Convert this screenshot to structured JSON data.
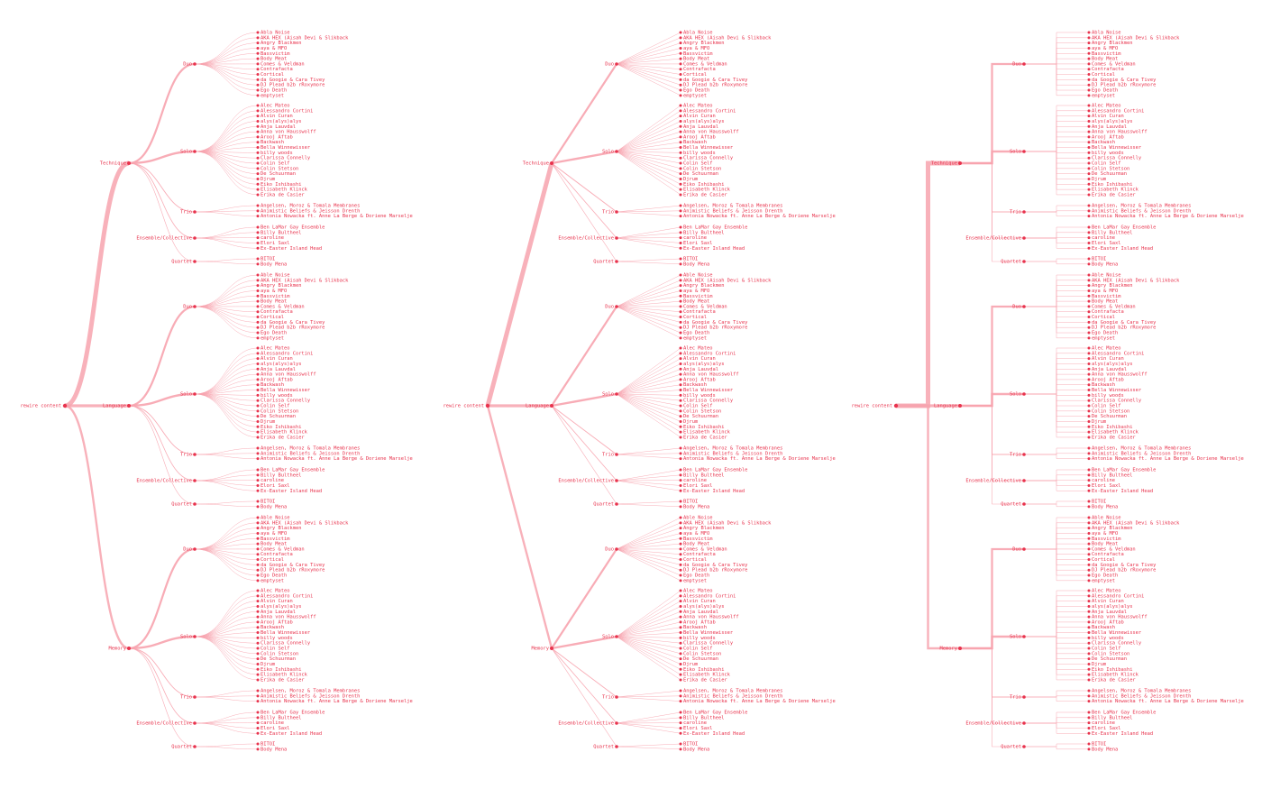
{
  "accent": "#e8334d",
  "link_color": "#f7a3ae",
  "root": "rewire content",
  "branches": [
    {
      "label": "Technique",
      "groups": [
        {
          "label": "Duo",
          "items": [
            "Abla Noise",
            "AKA HEX (Aisah Devi & Slikback",
            "Angry Blackmen",
            "aya & MFO",
            "Bassvictim",
            "Body Meat",
            "Comes & Veldman",
            "Contrafacta",
            "Cortical",
            "da Googie & Cara Tivey",
            "DJ Plead b2b rRoxymore",
            "Ego Death",
            "emptyset"
          ]
        },
        {
          "label": "Solo",
          "items": [
            "Alec Mateo",
            "Alessandro Cortini",
            "Alvin Curan",
            "alys(alys)alys",
            "Anja Lauvdal",
            "Anna von Hausswolff",
            "Arooj Aftab",
            "Backwash",
            "Bella Winnewisser",
            "billy woods",
            "Clarissa Connelly",
            "Colin Self",
            "Colin Stetson",
            "De Schuurman",
            "Djrum",
            "Eiko Ishibashi",
            "Elisabeth Klinck",
            "Erika de Casier"
          ]
        },
        {
          "label": "Trio",
          "items": [
            "Angelsen, Moroz & Tomala Membranes",
            "Animistic Beliefs & Jeisson Drenth",
            "Antonia Nowacka ft. Anne La Berge & Doriene Marselje"
          ]
        },
        {
          "label": "Ensemble/Collective",
          "items": [
            "Ben LaMar Gay Ensemble",
            "Billy Bultheel",
            "caroline",
            "Elori Saxl",
            "Ex-Easter Island Head"
          ]
        },
        {
          "label": "Quartet",
          "items": [
            "BITOI",
            "Body Mena"
          ]
        }
      ]
    },
    {
      "label": "Language",
      "groups": [
        {
          "label": "Duo",
          "items": [
            "Able Noise",
            "AKA HEX (Aisah Devi & Slikback",
            "Angry Blackmen",
            "aya & MFO",
            "Bassvictim",
            "Body Meat",
            "Comes & Veldman",
            "Contrafacta",
            "Cortical",
            "da Googie & Cara Tivey",
            "DJ Plead b2b rRoxymore",
            "Ego Death",
            "emptyset"
          ]
        },
        {
          "label": "Solo",
          "items": [
            "Alec Mateo",
            "Alessandro Cortini",
            "Alvin Curan",
            "alys(alys)alys",
            "Anja Lauvdal",
            "Anna von Hausswolff",
            "Arooj Aftab",
            "Backwash",
            "Bella Winnewisser",
            "billy woods",
            "Clarissa Connelly",
            "Colin Self",
            "Colin Stetson",
            "De Schuurman",
            "Djrum",
            "Eiko Ishibashi",
            "Elisabeth Klinck",
            "Erika de Casier"
          ]
        },
        {
          "label": "Trio",
          "items": [
            "Angelsen, Moroz & Tomala Membranes",
            "Animistic Beliefs & Jeisson Drenth",
            "Antonia Nowacka ft. Anne La Berge & Doriene Marselje"
          ]
        },
        {
          "label": "Ensemble/Collective",
          "items": [
            "Ben LaMar Gay Ensemble",
            "Billy Bultheel",
            "caroline",
            "Elori Saxl",
            "Ex-Easter Island Head"
          ]
        },
        {
          "label": "Quartet",
          "items": [
            "BITOI",
            "Body Mena"
          ]
        }
      ]
    },
    {
      "label": "Memory",
      "groups": [
        {
          "label": "Duo",
          "items": [
            "Able Noise",
            "AKA HEX (Aisah Devi & Slikback",
            "Angry Blackmen",
            "aya & MFO",
            "Bassvictim",
            "Body Meat",
            "Comes & Veldman",
            "Contrafacta",
            "Cortical",
            "da Googie & Cara Tivey",
            "DJ Plead b2b rRoxymore",
            "Ego Death",
            "emptyset"
          ]
        },
        {
          "label": "Solo",
          "items": [
            "Alec Mateo",
            "Alessandro Cortini",
            "Alvin Curan",
            "alys(alys)alys",
            "Anja Lauvdal",
            "Anna von Hausswolff",
            "Arooj Aftab",
            "Backwash",
            "Bella Winnewisser",
            "billy woods",
            "Clarissa Connelly",
            "Colin Self",
            "Colin Stetson",
            "De Schuurman",
            "Djrum",
            "Eiko Ishibashi",
            "Elisabeth Klinck",
            "Erika de Casier"
          ]
        },
        {
          "label": "Trio",
          "items": [
            "Angelsen, Moroz & Tomala Membranes",
            "Animistic Beliefs & Jeisson Drenth",
            "Antonia Nowacka ft. Anne La Berge & Doriene Marselje"
          ]
        },
        {
          "label": "Ensemble/Collective",
          "items": [
            "Ben LaMar Gay Ensemble",
            "Billy Bultheel",
            "caroline",
            "Elori Saxl",
            "Ex-Easter Island Head"
          ]
        },
        {
          "label": "Quartet",
          "items": [
            "BITOI",
            "Body Mena"
          ]
        }
      ]
    }
  ],
  "panels": [
    {
      "link_style": "curved"
    },
    {
      "link_style": "straight"
    },
    {
      "link_style": "elbow"
    }
  ]
}
